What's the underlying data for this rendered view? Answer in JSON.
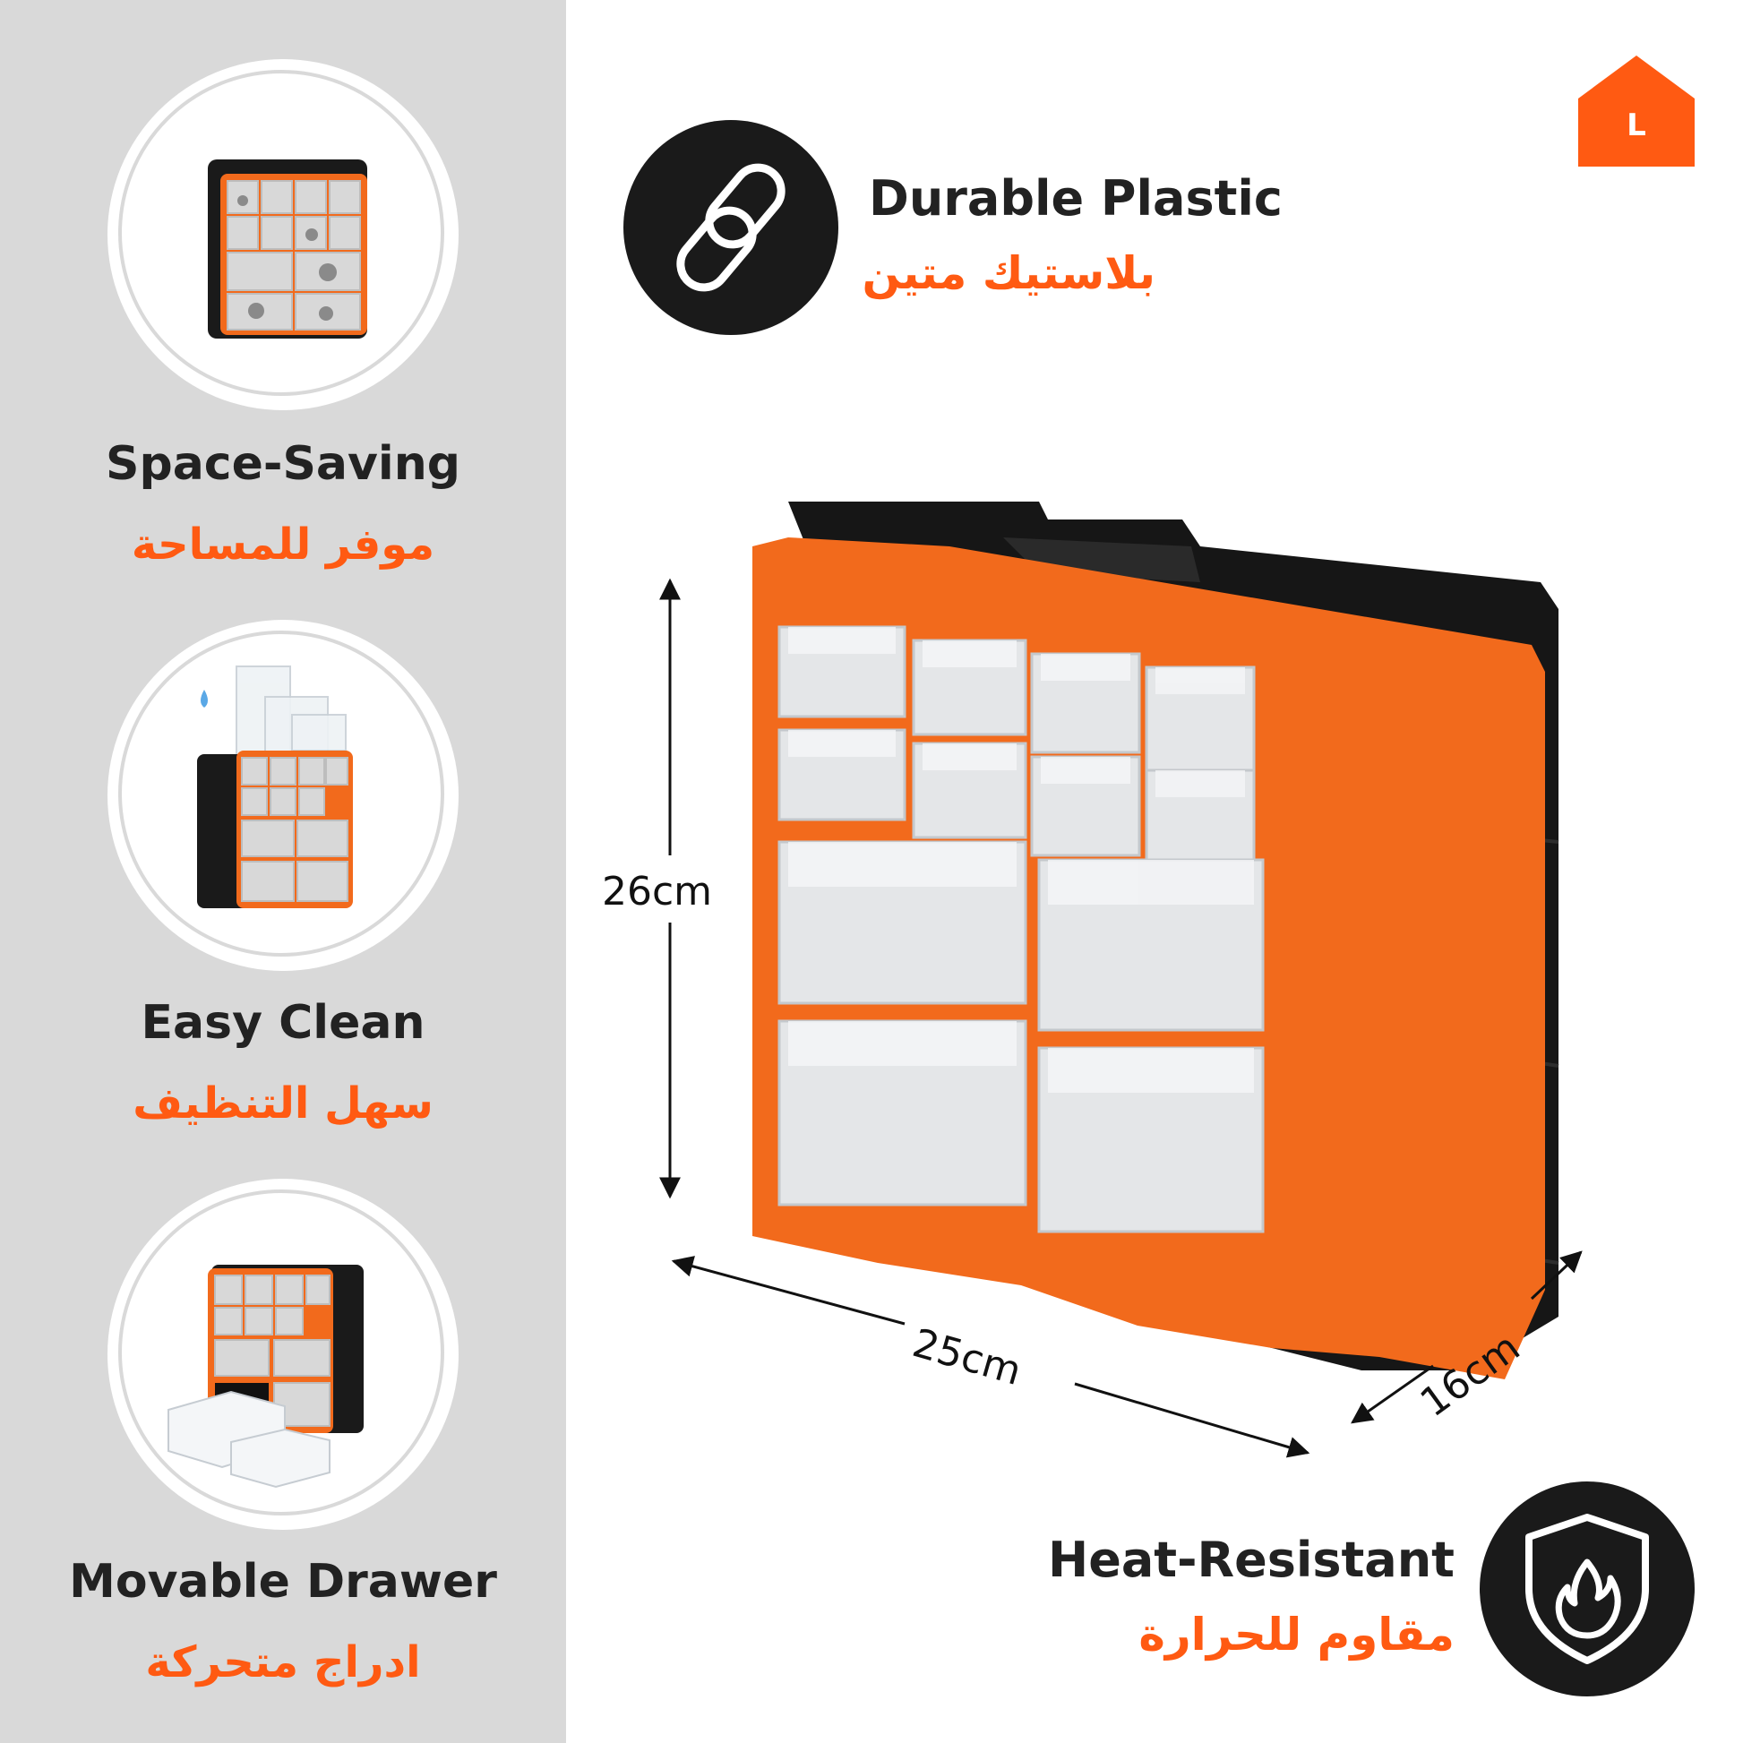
{
  "brand": {
    "logo_letter": "L",
    "logo_color": "#ff5a12"
  },
  "features_left": [
    {
      "title_en": "Space-Saving",
      "title_ar": "موفر للمساحة",
      "image": "organizer-filled"
    },
    {
      "title_en": "Easy Clean",
      "title_ar": "سهل التنظيف",
      "image": "organizer-cleaning"
    },
    {
      "title_en": "Movable Drawer",
      "title_ar": "ادراج متحركة",
      "image": "organizer-drawers-out"
    }
  ],
  "features_right": {
    "durable": {
      "title_en": "Durable Plastic",
      "title_ar": "بلاستيك متين",
      "icon": "chain-link-icon"
    },
    "heat": {
      "title_en": "Heat-Resistant",
      "title_ar": "مقاوم للحرارة",
      "icon": "fire-shield-icon"
    }
  },
  "dimensions": {
    "height": "26cm",
    "width": "25cm",
    "depth": "16cm"
  },
  "colors": {
    "accent": "#ff5a12",
    "dark": "#1a1a1a",
    "panel": "#d9d9d9"
  }
}
